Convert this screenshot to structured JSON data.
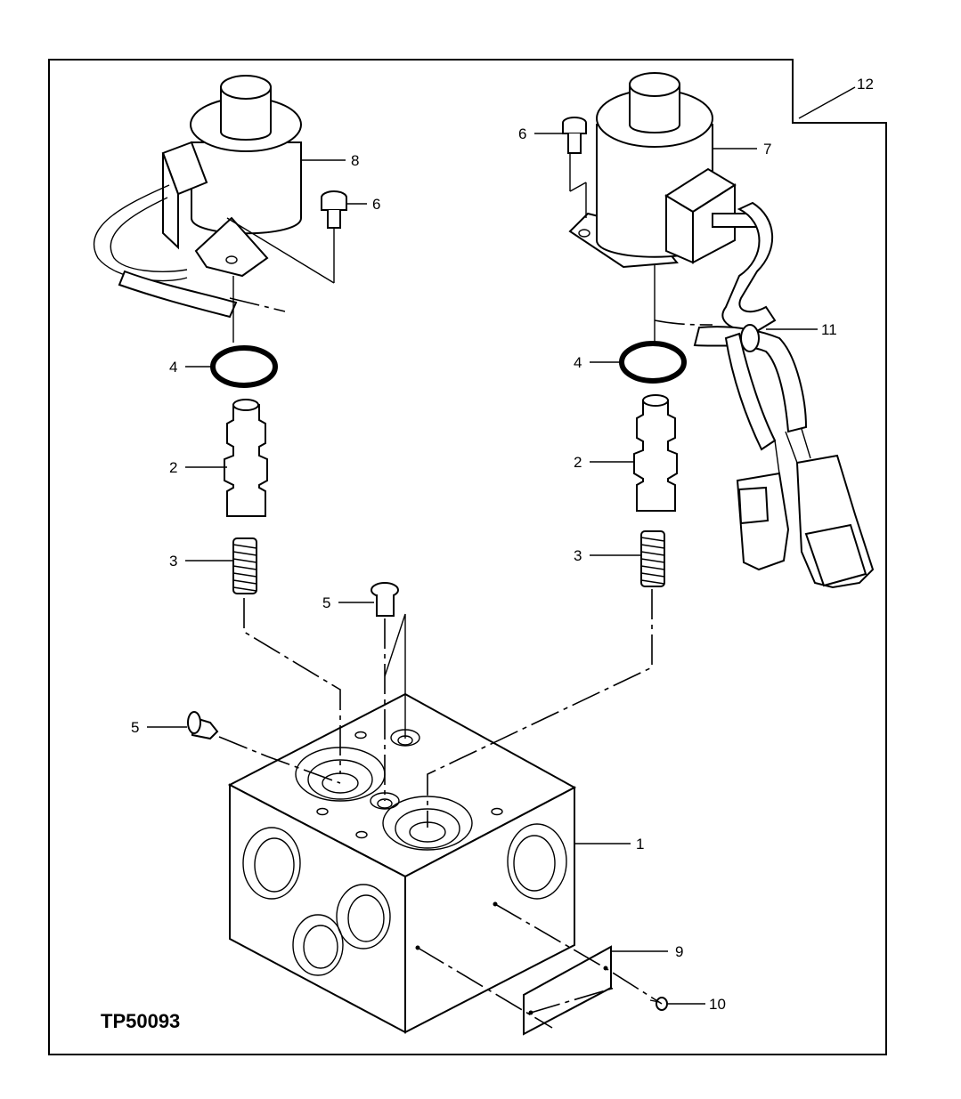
{
  "diagram": {
    "figure_code": "TP50093",
    "callouts": [
      {
        "id": "c1",
        "text": "1"
      },
      {
        "id": "c2a",
        "text": "2"
      },
      {
        "id": "c2b",
        "text": "2"
      },
      {
        "id": "c3a",
        "text": "3"
      },
      {
        "id": "c3b",
        "text": "3"
      },
      {
        "id": "c4a",
        "text": "4"
      },
      {
        "id": "c4b",
        "text": "4"
      },
      {
        "id": "c5a",
        "text": "5"
      },
      {
        "id": "c5b",
        "text": "5"
      },
      {
        "id": "c6a",
        "text": "6"
      },
      {
        "id": "c6b",
        "text": "6"
      },
      {
        "id": "c7",
        "text": "7"
      },
      {
        "id": "c8",
        "text": "8"
      },
      {
        "id": "c9",
        "text": "9"
      },
      {
        "id": "c10",
        "text": "10"
      },
      {
        "id": "c11",
        "text": "11"
      },
      {
        "id": "c12",
        "text": "12"
      }
    ]
  }
}
